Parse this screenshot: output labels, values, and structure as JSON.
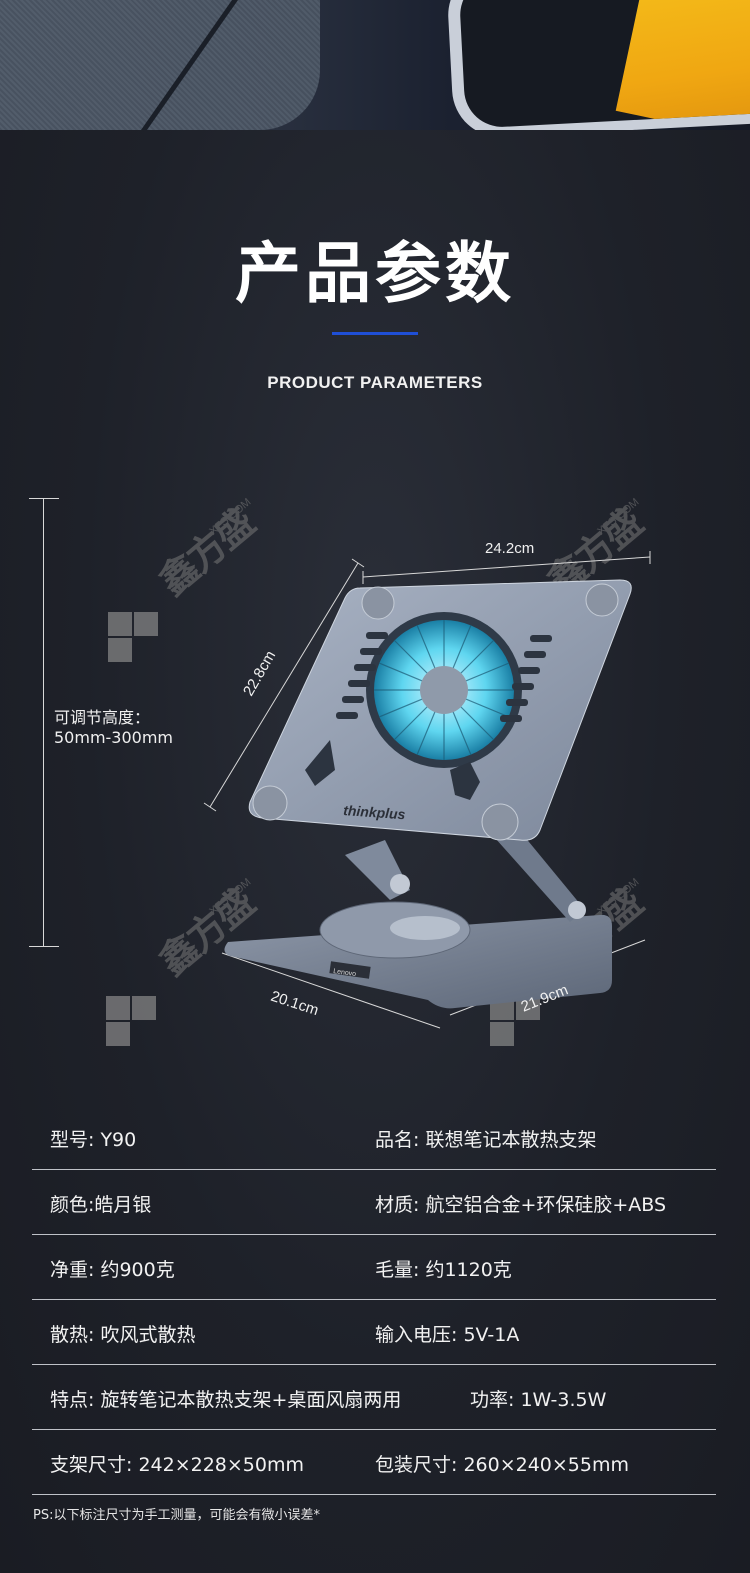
{
  "header": {
    "title": "产品参数",
    "subtitle": "PRODUCT PARAMETERS",
    "accent_color": "#1f4fd6"
  },
  "figure": {
    "height_label_line1": "可调节高度：",
    "height_label_line2": "50mm-300mm",
    "dim_top_width": "24.2cm",
    "dim_panel_height": "22.8cm",
    "dim_base_width": "20.1cm",
    "dim_base_depth": "21.9cm",
    "brand_text": "thinkplus",
    "base_logo_text": "Lenovo",
    "watermark_text": "鑫方盛",
    "watermark_url": "XFS.COM"
  },
  "specs": [
    {
      "left": "型号: Y90",
      "right": "品名: 联想笔记本散热支架"
    },
    {
      "left": "颜色:皓月银",
      "right": "材质: 航空铝合金+环保硅胶+ABS"
    },
    {
      "left": "净重:  约900克",
      "right": "毛量:  约1120克"
    },
    {
      "left": "散热:  吹风式散热",
      "right": "输入电压:  5V-1A"
    },
    {
      "left": "特点:  旋转笔记本散热支架+桌面风扇两用",
      "right": "功率:  1W-3.5W"
    },
    {
      "left": "支架尺寸:  242×228×50mm",
      "right": "包装尺寸:  260×240×55mm"
    }
  ],
  "note": "PS:以下标注尺寸为手工测量，可能会有微小误差*"
}
